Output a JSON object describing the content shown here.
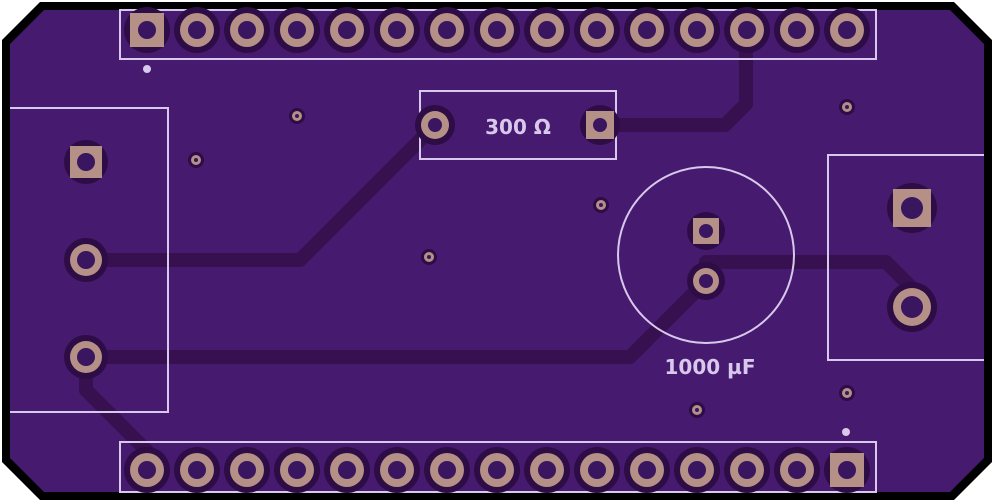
{
  "board": {
    "colors": {
      "outline": "#000000",
      "substrate": "#3c1361",
      "copper_fill": "#461a6e",
      "trace": "#36104f",
      "clearance": "#2e0c46",
      "silkscreen": "#d8c8ec",
      "pad": "#b49086",
      "drill": "#3a1560"
    },
    "labels": {
      "resistor_value": "300 Ω",
      "capacitor_value": "1000 µF"
    },
    "top_header": {
      "pins": 15,
      "square_pin": "first"
    },
    "bottom_header": {
      "pins": 15,
      "square_pin": "last"
    }
  }
}
